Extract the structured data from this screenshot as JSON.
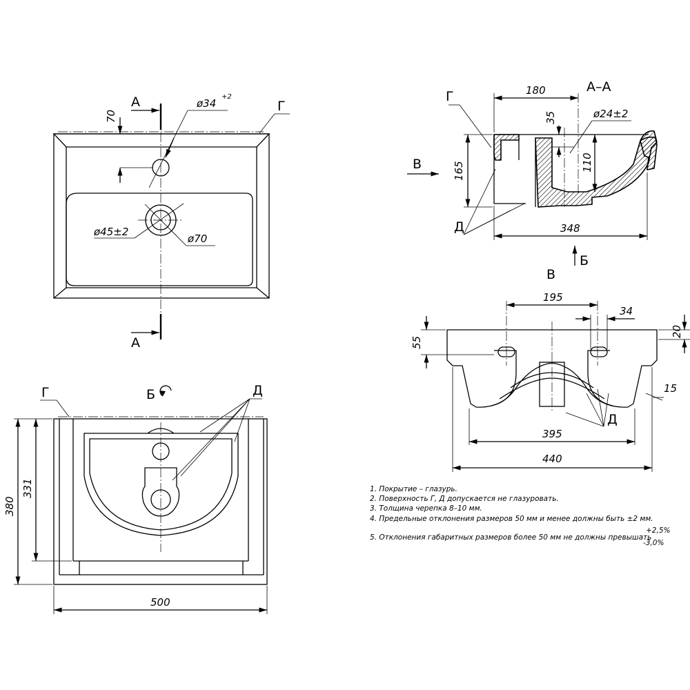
{
  "views": {
    "top": {
      "section_a_top": "А",
      "section_a_bottom": "А",
      "dim_70": "70",
      "dim_d34": "ø34",
      "dim_d34_tol": "+2",
      "dim_d45": "ø45±2",
      "dim_d70": "ø70",
      "surface_g": "Г"
    },
    "section": {
      "title": "А–А",
      "dim_180": "180",
      "dim_35": "35",
      "dim_d24": "ø24±2",
      "dim_110": "110",
      "dim_165": "165",
      "dim_348": "348",
      "arrow_v": "В",
      "arrow_b": "Б",
      "surface_g": "Г",
      "surface_d": "Д"
    },
    "view_v": {
      "title": "В",
      "dim_195": "195",
      "dim_34": "34",
      "dim_20": "20",
      "dim_55": "55",
      "dim_15": "15",
      "dim_395": "395",
      "dim_440": "440",
      "surface_d": "Д"
    },
    "bottom": {
      "title": "Б",
      "surface_g": "Г",
      "surface_d": "Д",
      "dim_380": "380",
      "dim_331": "331",
      "dim_500": "500"
    }
  },
  "notes": [
    "1.  Покрытие – глазурь.",
    "2.  Поверхность Г, Д допускается не глазуровать.",
    "3.  Толщина черепка 8–10 мм.",
    "4.  Предельные отклонения размеров 50 мм и менее должны быть ±2  мм.",
    "5.  Отклонения габаритных размеров более 50 мм не должны превышать"
  ],
  "tolerance_plus": "+2,5%",
  "tolerance_minus": "-3,0%"
}
